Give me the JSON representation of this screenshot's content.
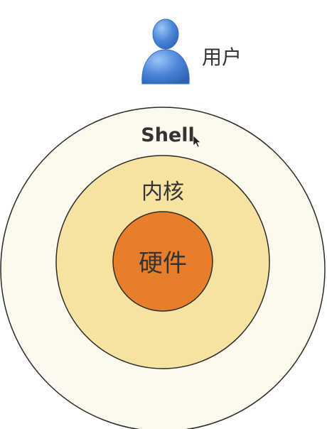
{
  "user": {
    "label": "用户",
    "icon": "user-icon"
  },
  "layers": {
    "shell": {
      "label": "Shell"
    },
    "kernel": {
      "label": "内核"
    },
    "hardware": {
      "label": "硬件"
    }
  },
  "colors": {
    "shell_fill": "#fdf9ec",
    "kernel_fill": "#f7e3a1",
    "hardware_fill": "#e67e2a",
    "ring_stroke": "#2b2b2b",
    "user_icon": "#4a86d8",
    "label_text": "#333333"
  }
}
